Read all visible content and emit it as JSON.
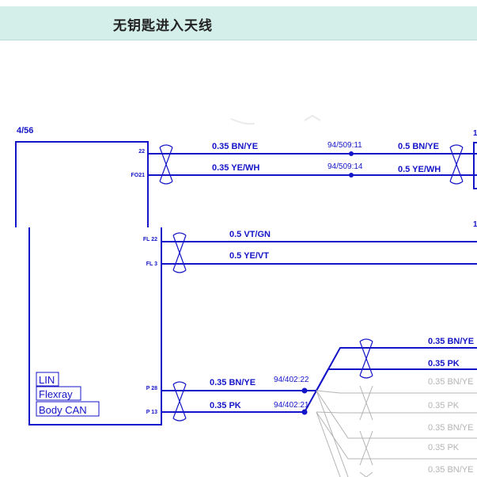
{
  "page": {
    "title": "无钥匙进入天线"
  },
  "module": {
    "id": "4/56",
    "bus_labels": [
      "LIN",
      "Flexray",
      "Body CAN"
    ]
  },
  "pins": {
    "p22": "22",
    "fo21": "FO21",
    "fl22": "FL 22",
    "fl3": "FL 3",
    "p28": "P 28",
    "p13": "P 13"
  },
  "wires": {
    "w1_left": "0.35 BN/YE",
    "w1_splice": "94/509:11",
    "w1_right": "0.5 BN/YE",
    "w2_left": "0.35 YE/WH",
    "w2_splice": "94/509:14",
    "w2_right": "0.5 YE/WH",
    "w3": "0.5 VT/GN",
    "w4": "0.5 YE/VT",
    "w5_left": "0.35 BN/YE",
    "w5_splice": "94/402:22",
    "w6_left": "0.35 PK",
    "w6_splice": "94/402:21"
  },
  "right_branches": [
    {
      "label": "0.35 BN/YE",
      "active": true
    },
    {
      "label": "0.35 PK",
      "active": true
    },
    {
      "label": "0.35 BN/YE",
      "active": false
    },
    {
      "label": "0.35 PK",
      "active": false
    },
    {
      "label": "0.35 BN/YE",
      "active": false
    },
    {
      "label": "0.35 PK",
      "active": false
    },
    {
      "label": "0.35 BN/YE",
      "active": false
    }
  ],
  "edge_marks": {
    "top": "1",
    "middle": "1"
  },
  "colors": {
    "wire": "#1414c8",
    "inactive": "#b4b4b4",
    "title_bg": "#d4eee9"
  }
}
